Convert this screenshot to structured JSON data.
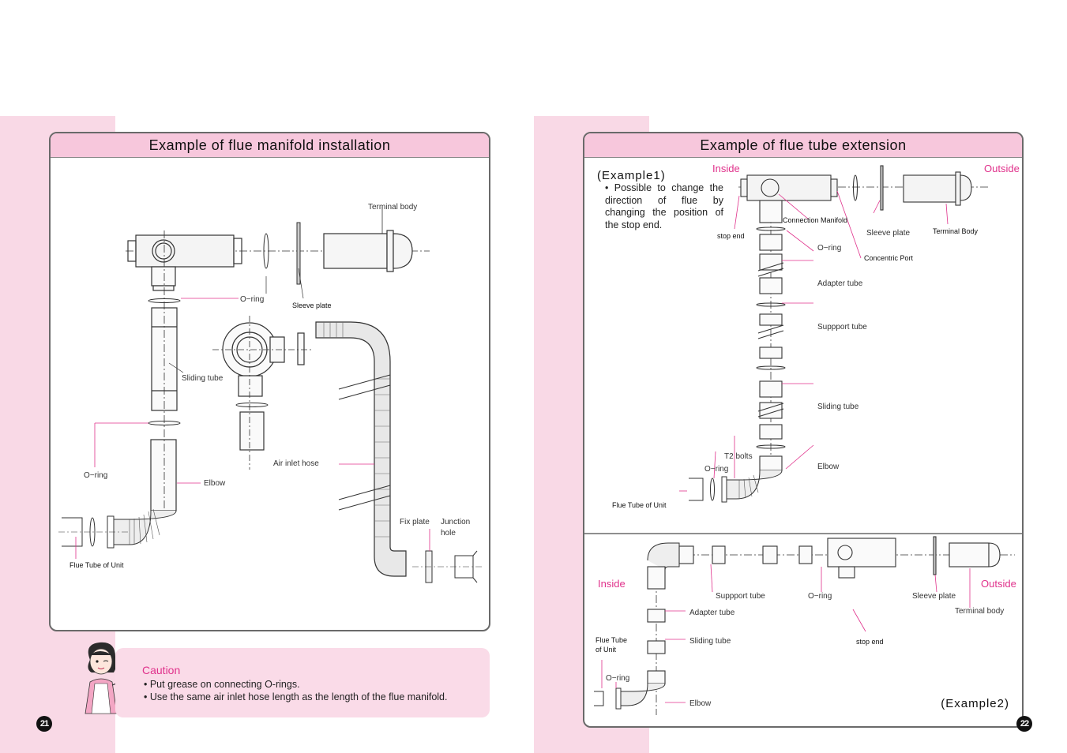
{
  "left_page": {
    "title": "Example of flue manifold installation",
    "labels": {
      "terminal_body": "Terminal body",
      "o_ring_top": "O−ring",
      "sleeve_plate": "Sleeve plate",
      "sliding_tube": "Sliding tube",
      "o_ring_left": "O−ring",
      "elbow": "Elbow",
      "air_inlet_hose": "Air inlet hose",
      "fix_plate": "Fix plate",
      "junction_hole_1": "Junction",
      "junction_hole_2": "hole",
      "flue_tube_of_unit": "Flue Tube of Unit"
    },
    "caution": {
      "title": "Caution",
      "lines": [
        "• Put grease on connecting O-rings.",
        "• Use the same air inlet hose length as the length of the flue manifold."
      ]
    },
    "page_number": "21"
  },
  "right_page": {
    "title": "Example of flue tube extension",
    "example1": {
      "heading": "(Example1)",
      "text": "• Possible to change the direction of flue by changing the position of the stop end.",
      "inside": "Inside",
      "outside": "Outside",
      "labels": {
        "stop_end": "stop end",
        "connection_manifold": "Connection Manifold",
        "sleeve_plate": "Sleeve plate",
        "terminal_body": "Terminal Body",
        "o_ring": "O−ring",
        "concentric_port": "Concentric Port",
        "adapter_tube": "Adapter tube",
        "support_tube": "Suppport tube",
        "sliding_tube": "Sliding tube",
        "t2_bolts": "T2 bolts",
        "o_ring_2": "O−ring",
        "elbow": "Elbow",
        "flue_tube_of_unit": "Flue Tube of Unit"
      }
    },
    "example2": {
      "heading": "(Example2)",
      "inside": "Inside",
      "outside": "Outside",
      "labels": {
        "support_tube": "Suppport tube",
        "o_ring": "O−ring",
        "sleeve_plate": "Sleeve plate",
        "adapter_tube": "Adapter tube",
        "terminal_body": "Terminal body",
        "flue_tube_1": "Flue Tube",
        "flue_tube_2": "of Unit",
        "sliding_tube": "Sliding tube",
        "stop_end": "stop end",
        "o_ring_2": "O−ring",
        "elbow": "Elbow"
      }
    },
    "page_number": "22"
  },
  "colors": {
    "pink_strip": "#f9d9e6",
    "header": "#f7c7dc",
    "accent": "#e0318b"
  }
}
